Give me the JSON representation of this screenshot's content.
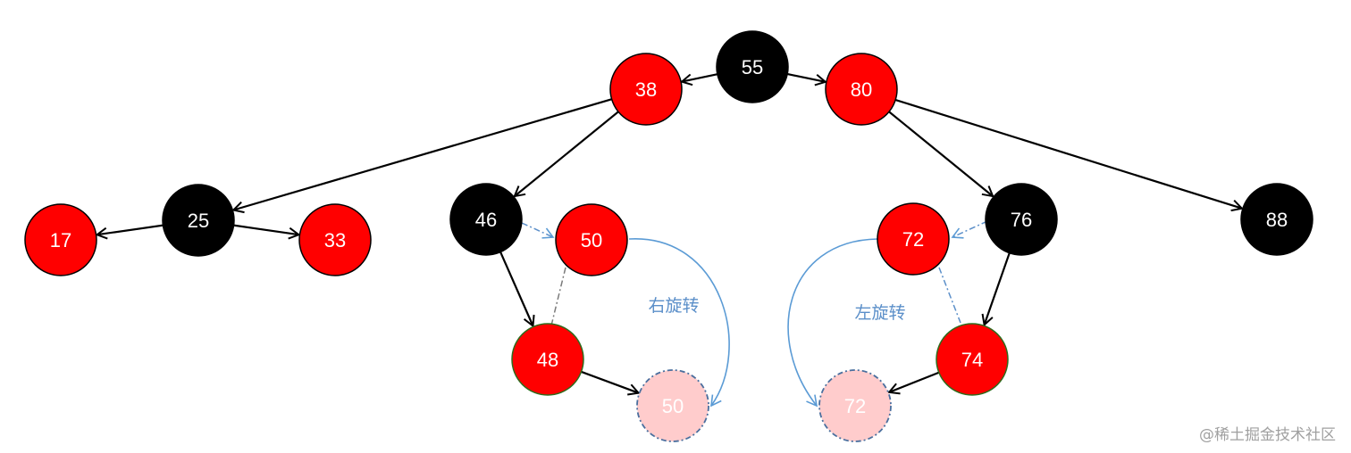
{
  "colors": {
    "red": "#ff0000",
    "black": "#000000",
    "ghost_fill": "#ffcccc",
    "ghost_stroke": "#4a6f9e",
    "rotation_blue": "#5b9bd5"
  },
  "nodes": [
    {
      "id": "n55",
      "label": "55",
      "color": "black"
    },
    {
      "id": "n38",
      "label": "38",
      "color": "red"
    },
    {
      "id": "n80",
      "label": "80",
      "color": "red"
    },
    {
      "id": "n25",
      "label": "25",
      "color": "black"
    },
    {
      "id": "n17",
      "label": "17",
      "color": "red"
    },
    {
      "id": "n33",
      "label": "33",
      "color": "red"
    },
    {
      "id": "n46",
      "label": "46",
      "color": "black"
    },
    {
      "id": "n50",
      "label": "50",
      "color": "red"
    },
    {
      "id": "n48",
      "label": "48",
      "color": "red"
    },
    {
      "id": "n50g",
      "label": "50",
      "color": "ghost"
    },
    {
      "id": "n72",
      "label": "72",
      "color": "red"
    },
    {
      "id": "n76",
      "label": "76",
      "color": "black"
    },
    {
      "id": "n88",
      "label": "88",
      "color": "black"
    },
    {
      "id": "n74",
      "label": "74",
      "color": "red"
    },
    {
      "id": "n72g",
      "label": "72",
      "color": "ghost"
    }
  ],
  "edges": [
    [
      "n55",
      "n38"
    ],
    [
      "n55",
      "n80"
    ],
    [
      "n38",
      "n25"
    ],
    [
      "n38",
      "n46"
    ],
    [
      "n25",
      "n17"
    ],
    [
      "n25",
      "n33"
    ],
    [
      "n46",
      "n48"
    ],
    [
      "n48",
      "n50g"
    ],
    [
      "n80",
      "n76"
    ],
    [
      "n80",
      "n88"
    ],
    [
      "n76",
      "n74"
    ],
    [
      "n74",
      "n72g"
    ]
  ],
  "rotations": {
    "right": {
      "label": "右旋转"
    },
    "left": {
      "label": "左旋转"
    }
  },
  "watermark": "@稀土掘金技术社区"
}
